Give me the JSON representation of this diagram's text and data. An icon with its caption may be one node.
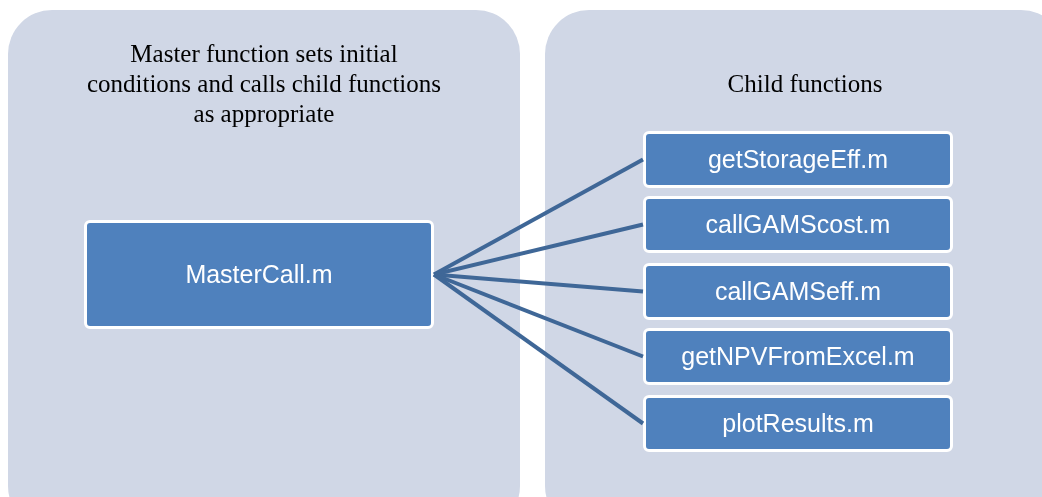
{
  "diagram": {
    "nodes": [
      {
        "text": [
          "Master function sets initial conditions and calls child functions as appropriate"
        ]
      },
      {
        "text": [
          "Child functions"
        ]
      },
      {
        "text": [
          "MasterCall.m"
        ],
        "in": 0
      },
      {
        "text": [
          "getStorageEff.m"
        ],
        "in": 1
      },
      {
        "text": [
          "callGAMScost.m"
        ],
        "in": 1
      },
      {
        "text": [
          "callGAMSeff.m"
        ],
        "in": 1
      },
      {
        "text": [
          "getNPVFromExcel.m"
        ],
        "in": 1
      },
      {
        "text": [
          "plotResults.m"
        ],
        "in": 1
      }
    ],
    "edges": [
      {
        "from": 2,
        "to": 3,
        "arrow": "none"
      },
      {
        "from": 2,
        "to": 4,
        "arrow": "none"
      },
      {
        "from": 2,
        "to": 5,
        "arrow": "none"
      },
      {
        "from": 2,
        "to": 6,
        "arrow": "none"
      },
      {
        "from": 2,
        "to": 7,
        "arrow": "none"
      }
    ]
  }
}
